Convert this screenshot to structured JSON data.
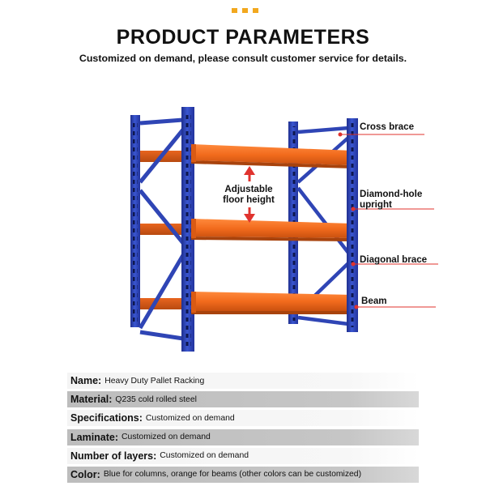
{
  "header": {
    "title": "PRODUCT PARAMETERS",
    "subtitle": "Customized on demand, please consult customer service for details."
  },
  "colors": {
    "column": "#2f45b5",
    "beam": "#f26b1d",
    "accent_dots": "#f2a81e",
    "callout_line": "#e0332e"
  },
  "diagram": {
    "labels": {
      "cross_brace": "Cross brace",
      "diamond_line1": "Diamond-hole",
      "diamond_line2": "upright",
      "diagonal_brace": "Diagonal brace",
      "beam": "Beam",
      "adjustable_line1": "Adjustable",
      "adjustable_line2": "floor height"
    }
  },
  "parameters": [
    {
      "key": "Name:",
      "value": "Heavy Duty Pallet Racking"
    },
    {
      "key": "Material:",
      "value": "Q235 cold rolled steel"
    },
    {
      "key": "Specifications:",
      "value": "Customized on demand"
    },
    {
      "key": "Laminate:",
      "value": "Customized on demand"
    },
    {
      "key": "Number of layers:",
      "value": "Customized on demand"
    },
    {
      "key": "Color:",
      "value": "Blue for columns, orange for beams (other colors can be customized)"
    }
  ]
}
